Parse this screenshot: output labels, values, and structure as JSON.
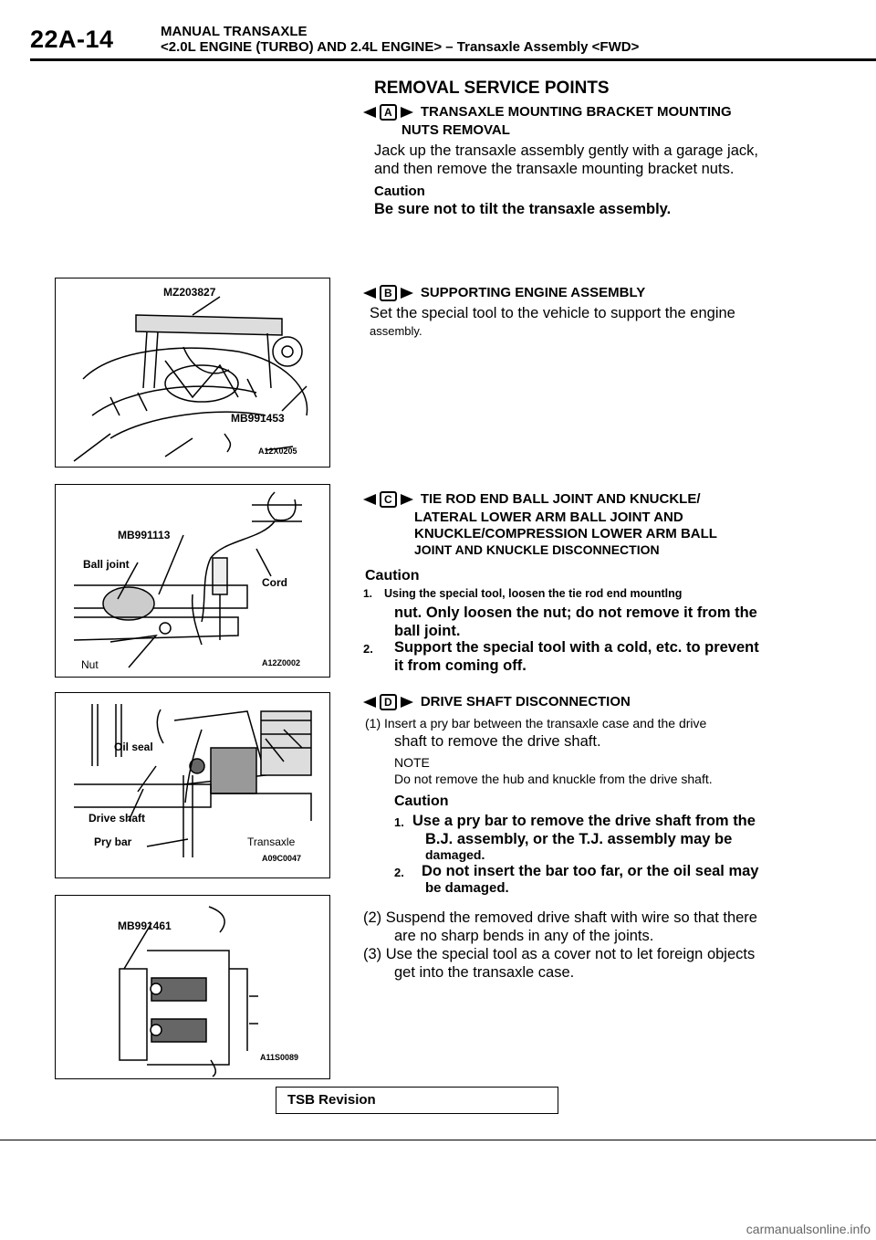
{
  "header": {
    "page_number": "22A-14",
    "title_line1": "MANUAL TRANSAXLE",
    "title_line2": "<2.0L ENGINE (TURBO) AND 2.4L ENGINE> – Transaxle Assembly <FWD>"
  },
  "heading": "REMOVAL SERVICE POINTS",
  "sections": {
    "a": {
      "badge": "A",
      "title1": "TRANSAXLE MOUNTING BRACKET MOUNTING",
      "title2": "NUTS REMOVAL",
      "p1": "Jack up the transaxle assembly gently with a garage jack,",
      "p2": "and then remove the transaxle mounting bracket nuts.",
      "caution_label": "Caution",
      "caution_text": "Be sure not to tilt the transaxle assembly."
    },
    "b": {
      "badge": "B",
      "title": "SUPPORTING ENGINE ASSEMBLY",
      "p1": "Set the special tool to the vehicle to support the engine",
      "p2": "assembly."
    },
    "c": {
      "badge": "C",
      "title1": "TIE ROD END BALL JOINT AND KNUCKLE/",
      "title2": "LATERAL LOWER ARM BALL JOINT AND",
      "title3": "KNUCKLE/COMPRESSION LOWER ARM BALL",
      "title4": "JOINT AND KNUCKLE DISCONNECTION",
      "caution_label": "Caution",
      "item1_num": "1.",
      "item1_a": "Using the special tool, loosen the tie rod end mountlng",
      "item1_b": "nut. Only loosen the nut; do not remove it from the",
      "item1_c": "ball joint.",
      "item2_num": "2.",
      "item2_a": "Support the special tool with a cold, etc. to prevent",
      "item2_b": "it from coming off."
    },
    "d": {
      "badge": "D",
      "title": "DRIVE SHAFT DISCONNECTION",
      "s1a": "(1) Insert a pry bar between the transaxle case and the drive",
      "s1b": "shaft to remove the drive shaft.",
      "note_label": "NOTE",
      "note_text": "Do not remove the hub and knuckle from the drive shaft.",
      "caution_label": "Caution",
      "c1_num": "1.",
      "c1_a": "Use a pry bar to remove the drive shaft from the",
      "c1_b": "B.J. assembly, or the T.J. assembly may be",
      "c1_c": "damaged.",
      "c2_num": "2.",
      "c2_a": "Do not insert the bar too far, or the oil seal may",
      "c2_b": "be damaged.",
      "s2a": "(2) Suspend the removed drive shaft with wire so that there",
      "s2b": "are no sharp bends in any of the joints.",
      "s3a": "(3) Use the special tool as a cover not to let foreign objects",
      "s3b": "get into the transaxle case."
    }
  },
  "figures": {
    "fig1": {
      "tool1": "MZ203827",
      "tool2": "MB991453",
      "code": "A12X0205"
    },
    "fig2": {
      "tool": "MB991113",
      "ball_joint": "Ball joint",
      "cord": "Cord",
      "nut": "Nut",
      "code": "A12Z0002"
    },
    "fig3": {
      "oil_seal": "Oil seal",
      "drive_shaft": "Drive shaft",
      "pry_bar": "Pry bar",
      "transaxle": "Transaxle",
      "code": "A09C0047"
    },
    "fig4": {
      "tool": "MB991461",
      "code": "A11S0089"
    }
  },
  "footer": {
    "tsb": "TSB Revision",
    "watermark": "carmanualsonline.info"
  }
}
